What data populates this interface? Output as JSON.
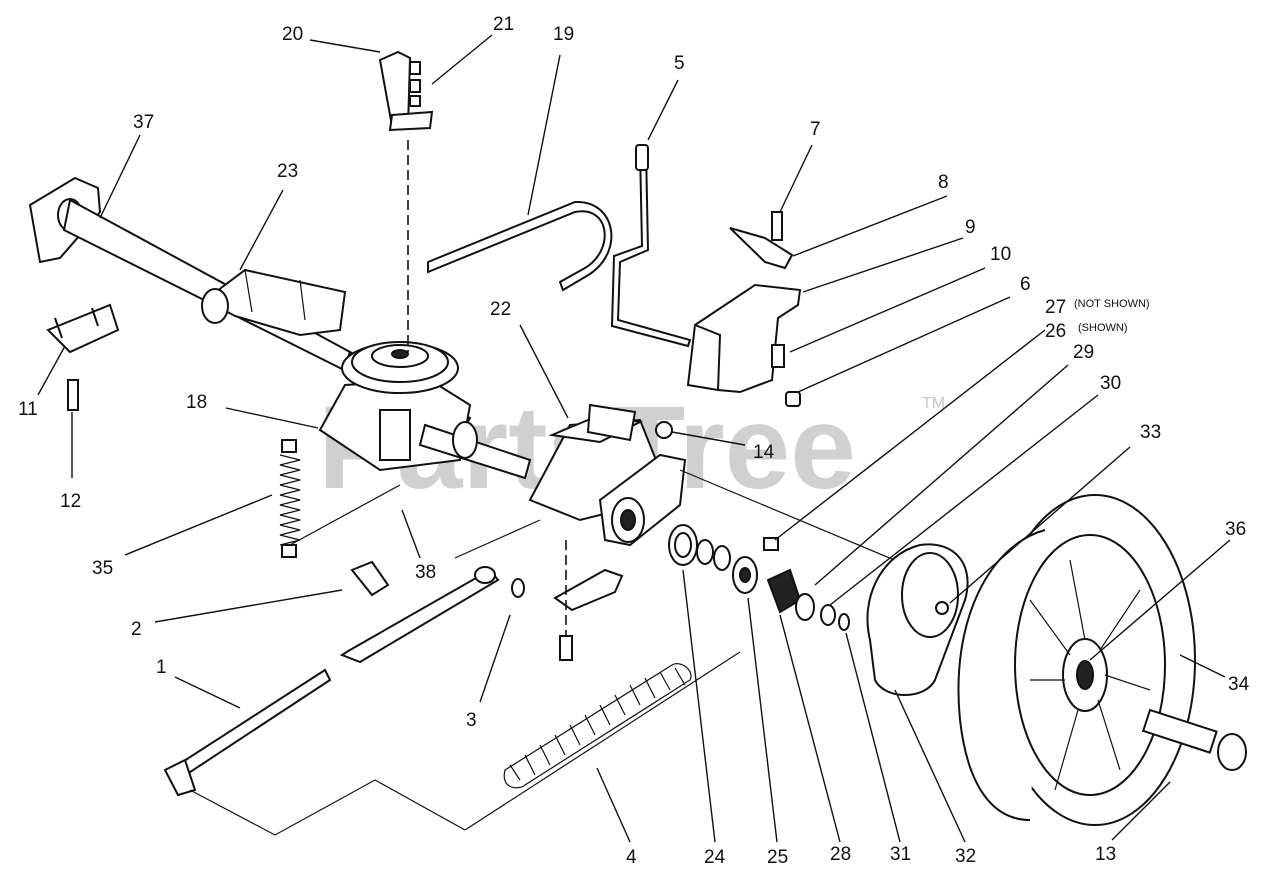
{
  "watermark": {
    "text": "PartsTree",
    "trademark": "TM"
  },
  "notes": {
    "n27": "(NOT SHOWN)",
    "n26": "(SHOWN)"
  },
  "callouts": [
    "20",
    "21",
    "19",
    "5",
    "37",
    "23",
    "7",
    "8",
    "9",
    "10",
    "6",
    "27",
    "26",
    "29",
    "30",
    "22",
    "14",
    "18",
    "11",
    "12",
    "35",
    "38",
    "33",
    "36",
    "2",
    "1",
    "3",
    "34",
    "24",
    "25",
    "28",
    "31",
    "32",
    "13",
    "4"
  ]
}
